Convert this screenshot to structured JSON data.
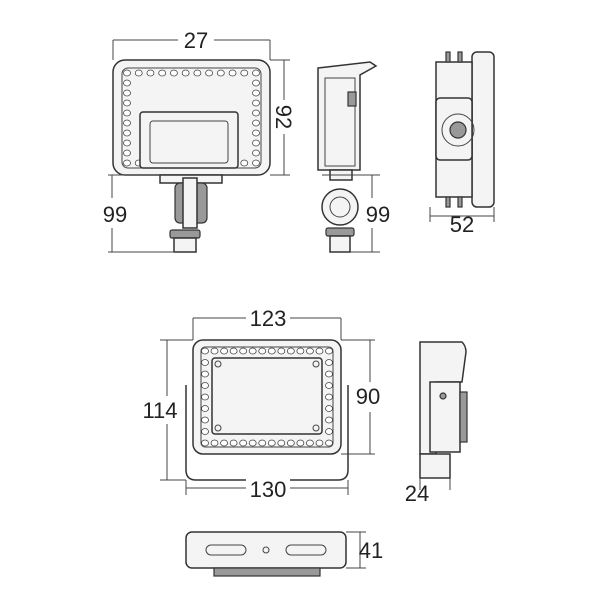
{
  "title": "Flood light dimension drawing",
  "dimensions": {
    "top_front_width": "27",
    "top_front_height": "92",
    "top_front_total_height": "99",
    "top_side_total_height": "99",
    "top_back_depth": "52",
    "bottom_front_inner_width": "123",
    "bottom_front_height": "114",
    "bottom_front_inner_height": "90",
    "bottom_front_width": "130",
    "bottom_side_depth": "24",
    "bottom_top_view_height": "41"
  }
}
